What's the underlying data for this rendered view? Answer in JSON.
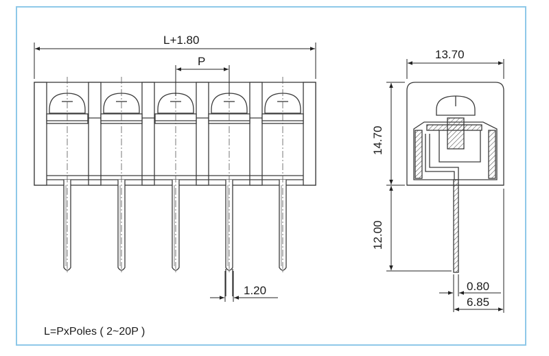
{
  "front_view": {
    "overall_length_label": "L+1.80",
    "pitch_label": "P",
    "pin_width_label": "1.20"
  },
  "side_view": {
    "width_label": "13.70",
    "body_height_label": "14.70",
    "pin_length_label": "12.00",
    "pin_thickness_label": "0.80",
    "pin_offset_label": "6.85"
  },
  "note": "L=PxPoles ( 2~20P )",
  "colors": {
    "border": "#8ec8e8",
    "line": "#3a3a3a"
  }
}
